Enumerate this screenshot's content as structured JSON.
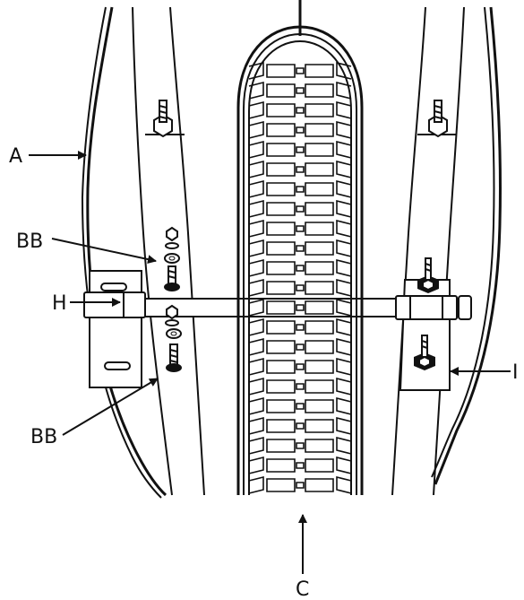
{
  "labels": {
    "a": "A",
    "bb_top": "BB",
    "h": "H",
    "bb_bottom": "BB",
    "i": "I",
    "c": "C"
  },
  "colors": {
    "ink": "#111111",
    "paper": "#ffffff"
  }
}
